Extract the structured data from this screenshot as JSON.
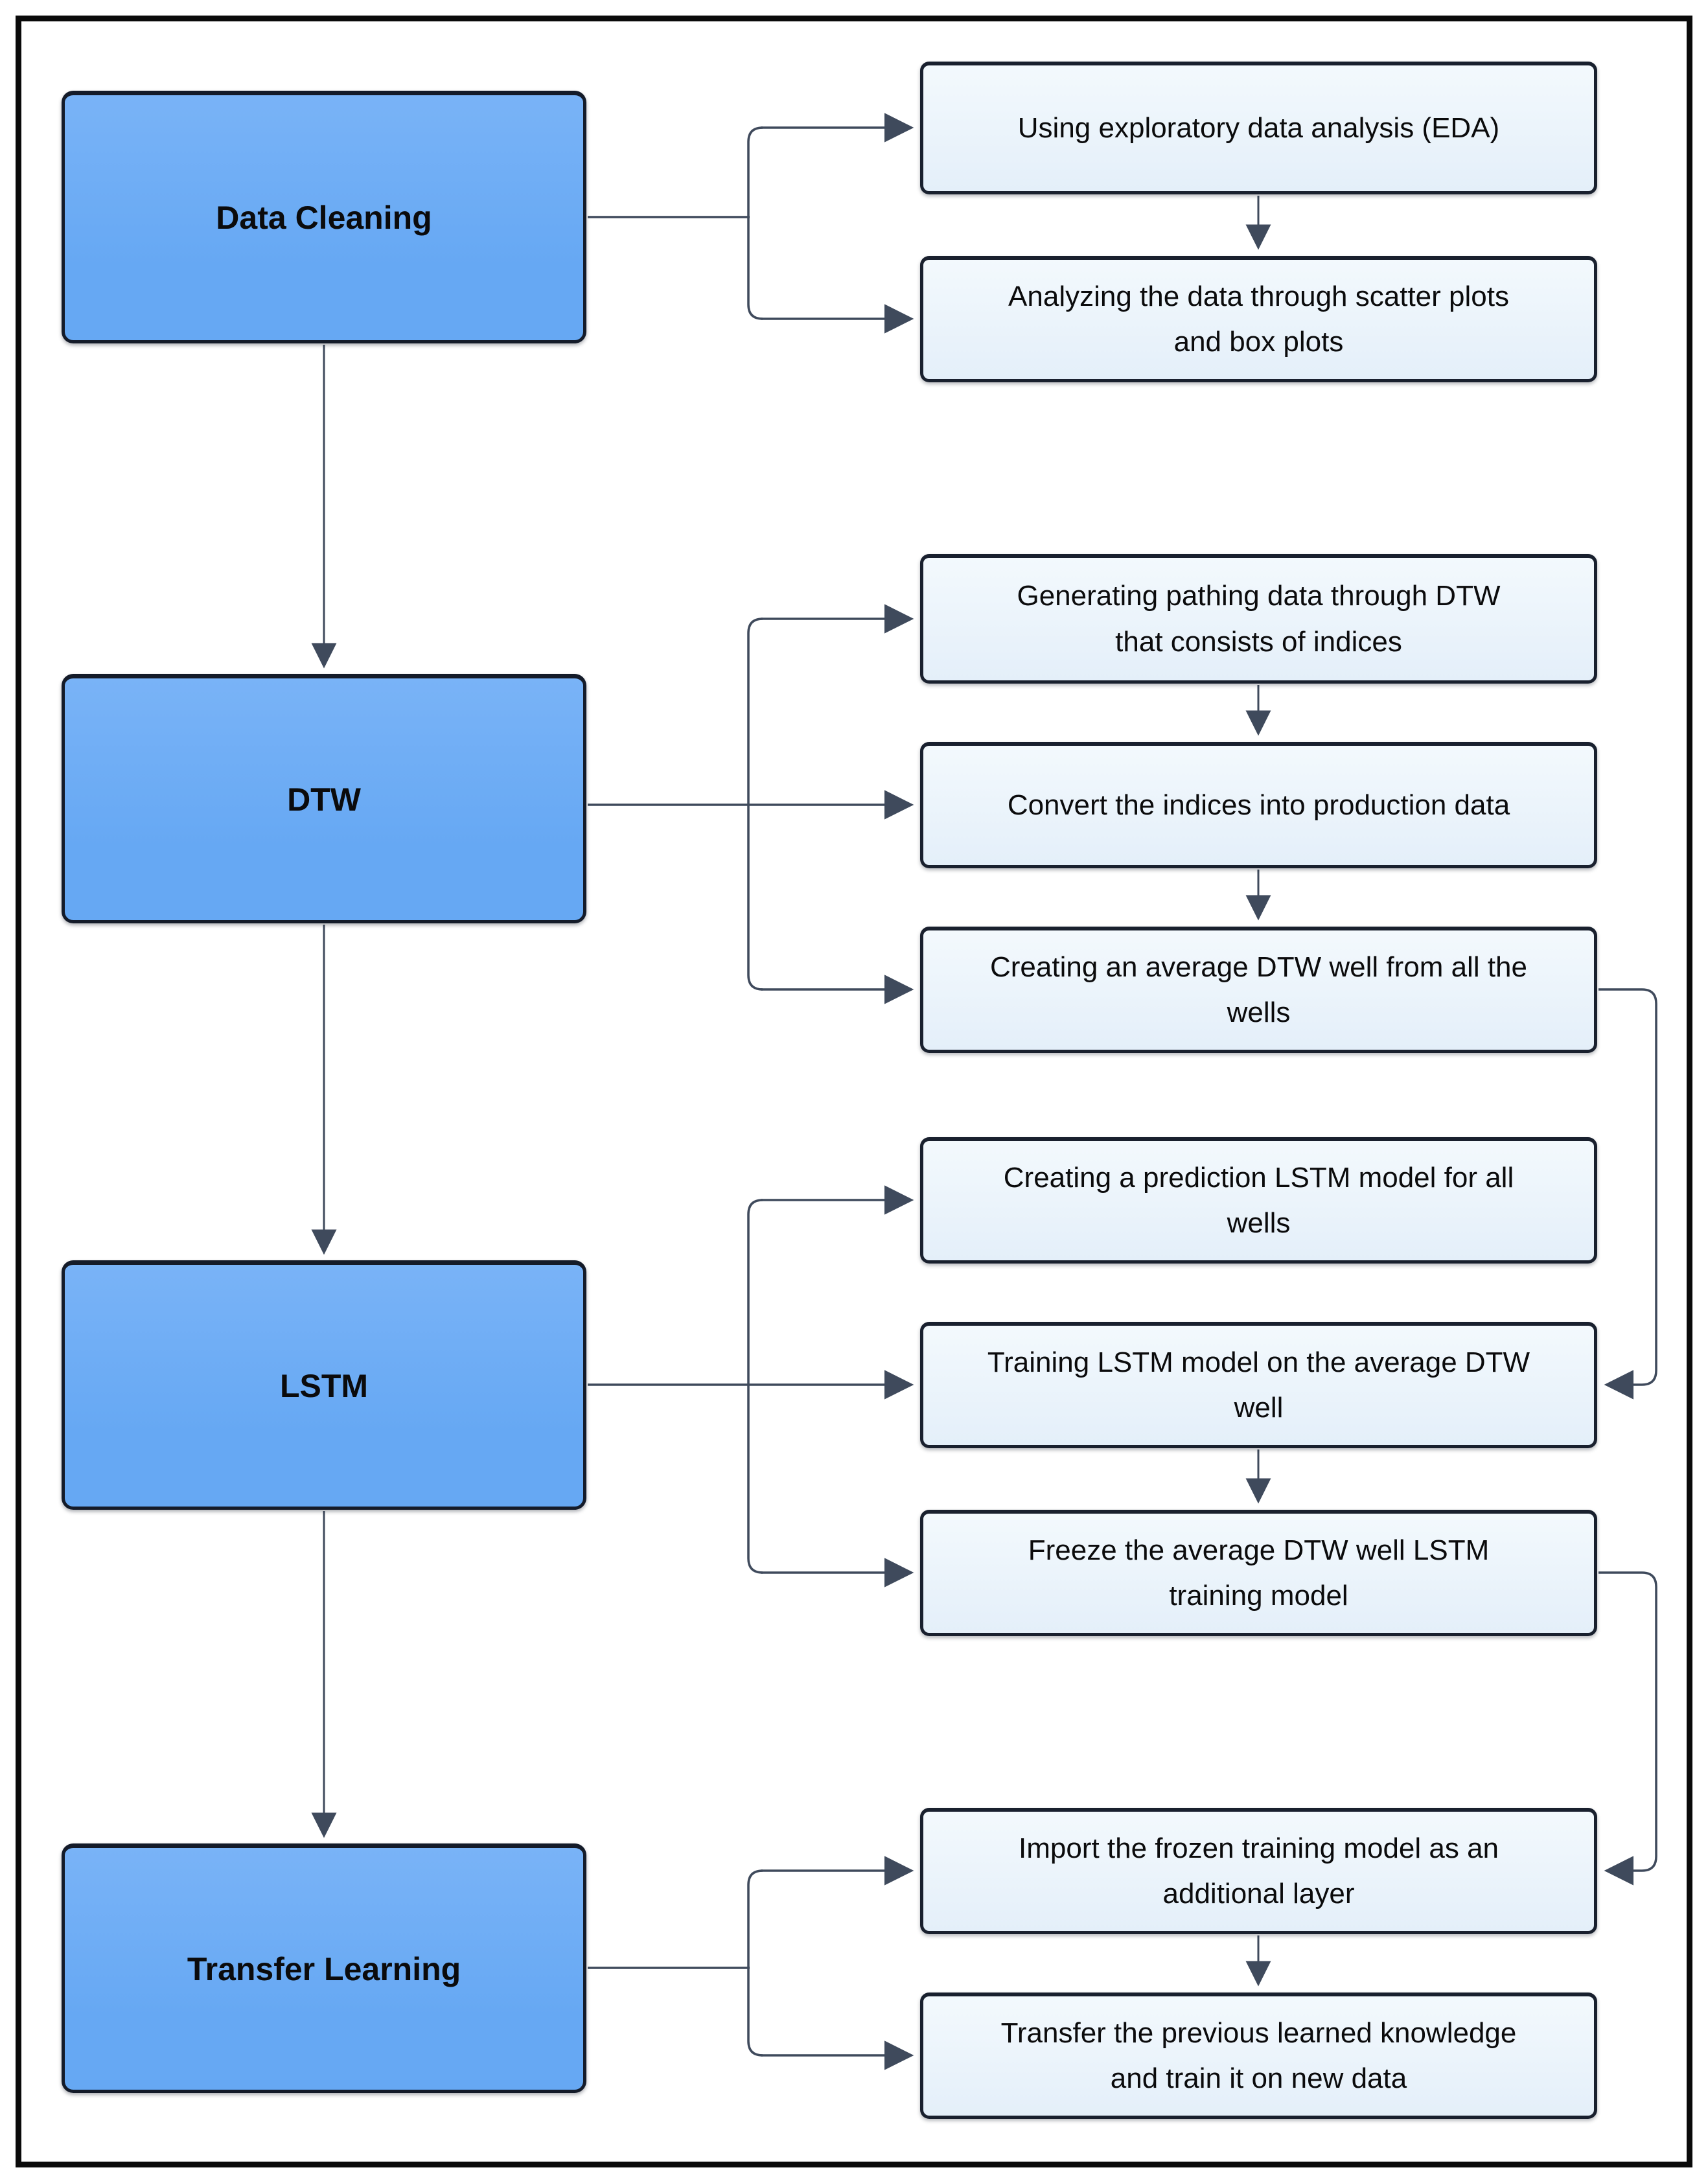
{
  "colors": {
    "background": "#ffffff",
    "frame": "#0a0a0a",
    "stage_fill_top": "#79b3f7",
    "stage_fill": "#66a8f3",
    "stage_border": "#141b29",
    "step_fill_top": "#f3f9fd",
    "step_fill": "#e4eff9",
    "step_border": "#19202e",
    "connector": "#3f4a5c",
    "text": "#0b0b0c"
  },
  "stages": [
    {
      "id": "data_cleaning",
      "label": "Data Cleaning"
    },
    {
      "id": "dtw",
      "label": "DTW"
    },
    {
      "id": "lstm",
      "label": "LSTM"
    },
    {
      "id": "transfer_learning",
      "label": "Transfer Learning"
    }
  ],
  "steps": [
    {
      "id": "using_eda",
      "label": "Using exploratory data analysis (EDA)"
    },
    {
      "id": "analyzing_scatter_box",
      "label": "Analyzing the data through scatter plots\nand box plots"
    },
    {
      "id": "generating_pathing",
      "label": "Generating pathing data through DTW\nthat consists of indices"
    },
    {
      "id": "convert_indices",
      "label": "Convert the indices into production data"
    },
    {
      "id": "creating_average",
      "label": "Creating an average DTW well from all the\nwells"
    },
    {
      "id": "creating_prediction",
      "label": "Creating a prediction LSTM model for all\nwells"
    },
    {
      "id": "training_lstm",
      "label": "Training LSTM model on the average DTW\nwell"
    },
    {
      "id": "freeze_model",
      "label": "Freeze the average DTW well LSTM\ntraining model"
    },
    {
      "id": "import_frozen",
      "label": "Import the frozen training model as an\nadditional layer"
    },
    {
      "id": "transfer_knowledge",
      "label": "Transfer the previous learned knowledge\nand train it on new data"
    }
  ],
  "edges": [
    {
      "from": "data_cleaning",
      "to": "using_eda"
    },
    {
      "from": "data_cleaning",
      "to": "analyzing_scatter_box"
    },
    {
      "from": "using_eda",
      "to": "analyzing_scatter_box"
    },
    {
      "from": "data_cleaning",
      "to": "dtw"
    },
    {
      "from": "dtw",
      "to": "generating_pathing"
    },
    {
      "from": "dtw",
      "to": "convert_indices"
    },
    {
      "from": "dtw",
      "to": "creating_average"
    },
    {
      "from": "generating_pathing",
      "to": "convert_indices"
    },
    {
      "from": "convert_indices",
      "to": "creating_average"
    },
    {
      "from": "creating_average",
      "to": "training_lstm"
    },
    {
      "from": "dtw",
      "to": "lstm"
    },
    {
      "from": "lstm",
      "to": "creating_prediction"
    },
    {
      "from": "lstm",
      "to": "training_lstm"
    },
    {
      "from": "lstm",
      "to": "freeze_model"
    },
    {
      "from": "training_lstm",
      "to": "freeze_model"
    },
    {
      "from": "freeze_model",
      "to": "import_frozen"
    },
    {
      "from": "lstm",
      "to": "transfer_learning"
    },
    {
      "from": "transfer_learning",
      "to": "import_frozen"
    },
    {
      "from": "transfer_learning",
      "to": "transfer_knowledge"
    },
    {
      "from": "import_frozen",
      "to": "transfer_knowledge"
    }
  ]
}
